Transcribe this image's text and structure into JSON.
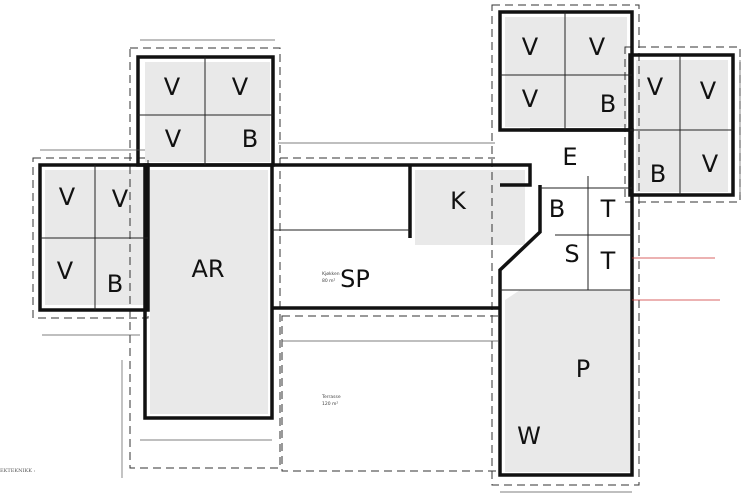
{
  "drawing": {
    "rooms": [
      {
        "id": "v1",
        "label": "V"
      },
      {
        "id": "v2",
        "label": "V"
      },
      {
        "id": "v3",
        "label": "V"
      },
      {
        "id": "b1",
        "label": "B"
      },
      {
        "id": "v4",
        "label": "V"
      },
      {
        "id": "v5",
        "label": "V"
      },
      {
        "id": "v6",
        "label": "V"
      },
      {
        "id": "b2",
        "label": "B"
      },
      {
        "id": "ar",
        "label": "AR"
      },
      {
        "id": "sp",
        "label": "SP"
      },
      {
        "id": "k",
        "label": "K"
      },
      {
        "id": "v7",
        "label": "V"
      },
      {
        "id": "v8",
        "label": "V"
      },
      {
        "id": "v9",
        "label": "V"
      },
      {
        "id": "b3",
        "label": "B"
      },
      {
        "id": "v10",
        "label": "V"
      },
      {
        "id": "v11",
        "label": "V"
      },
      {
        "id": "v12",
        "label": "V"
      },
      {
        "id": "b4",
        "label": "B"
      },
      {
        "id": "e",
        "label": "E"
      },
      {
        "id": "b5",
        "label": "B"
      },
      {
        "id": "t1",
        "label": "T"
      },
      {
        "id": "s",
        "label": "S"
      },
      {
        "id": "t2",
        "label": "T"
      },
      {
        "id": "p",
        "label": "P"
      },
      {
        "id": "w",
        "label": "W"
      }
    ],
    "area_labels": {
      "kitchen": "Kjøkken",
      "kitchen_area": "80 m²",
      "terrace": "Terrasse",
      "terrace_area": "120 m²"
    },
    "notes": [
      "EKTEKNIKK :"
    ],
    "colors": {
      "wall": "#111111",
      "hatch": "#e9e9e9",
      "annotation": "#cc3333"
    }
  }
}
